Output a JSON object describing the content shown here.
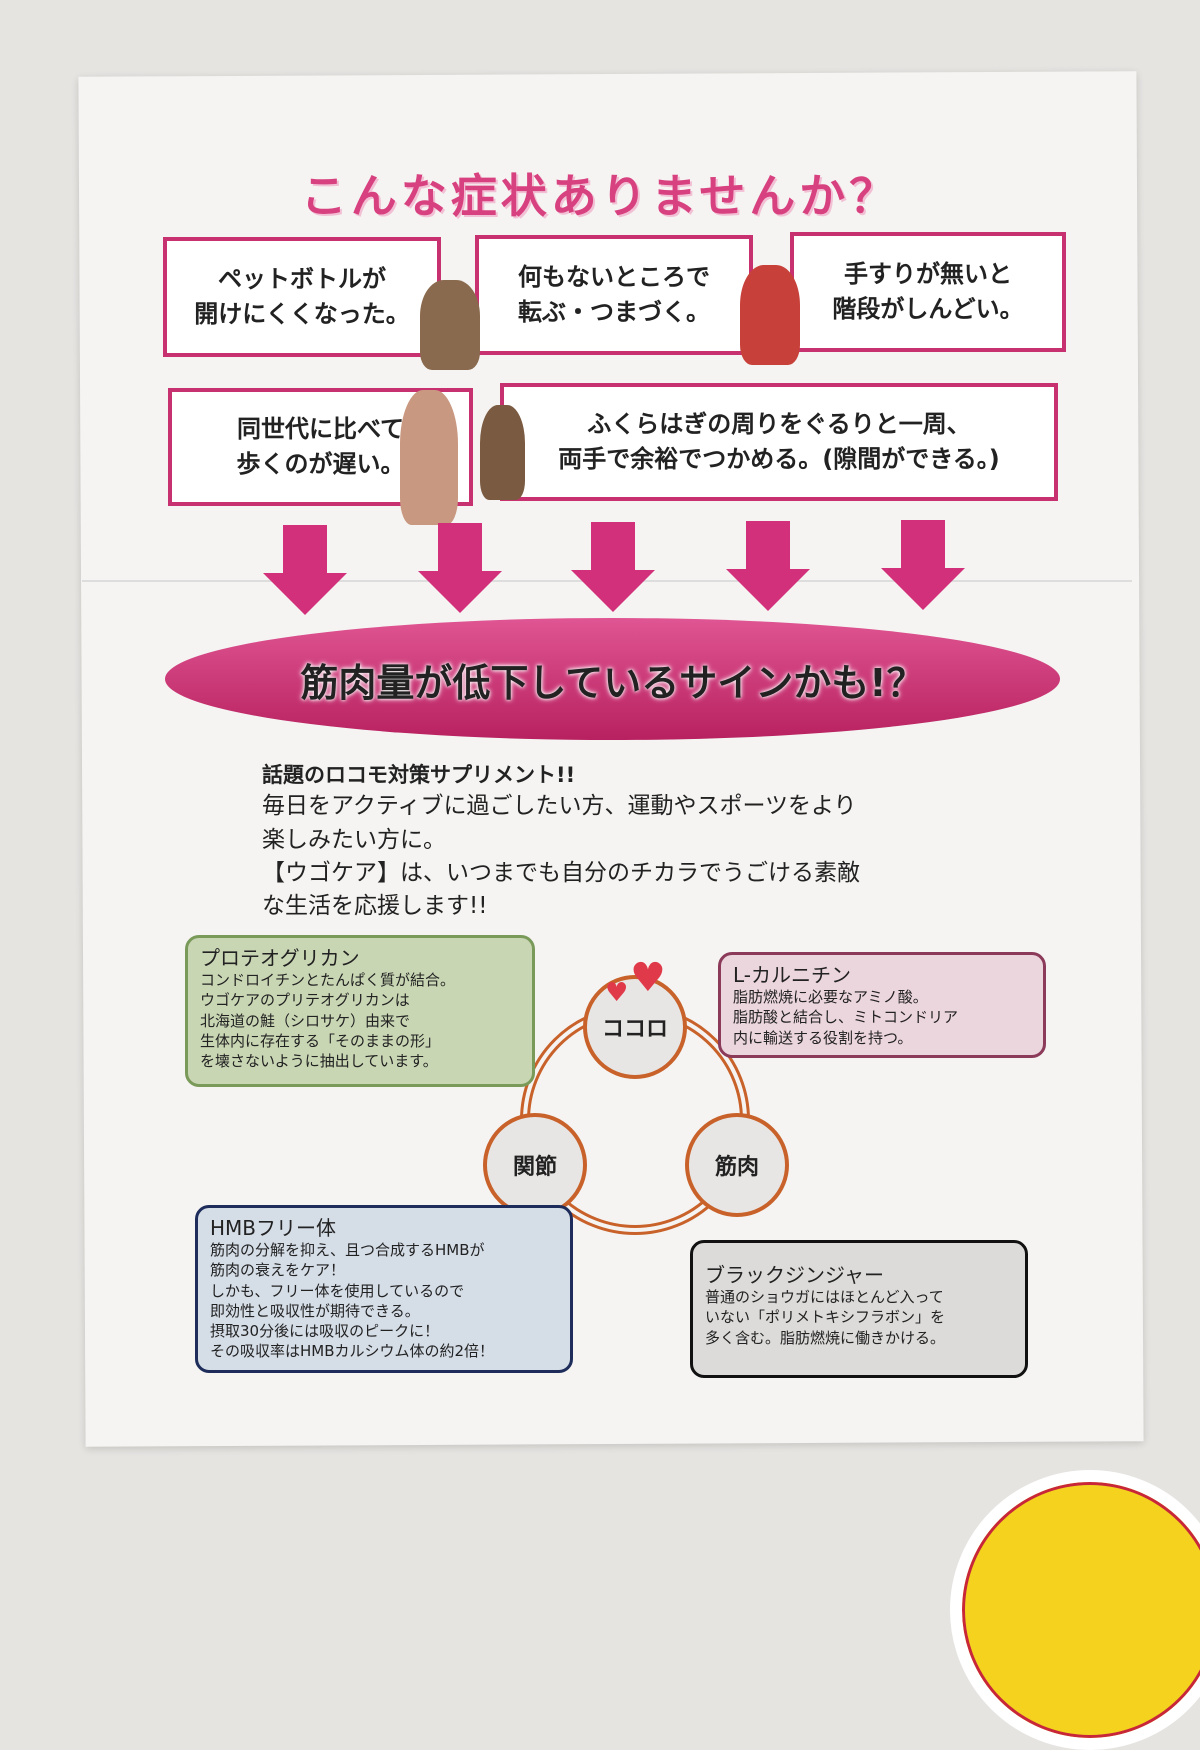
{
  "title": "こんな症状ありませんか？",
  "symptoms": [
    "ペットボトルが\n開けにくくなった。",
    "何もないところで\n転ぶ・つまづく。",
    "手すりが無いと\n階段がしんどい。",
    "同世代に比べて\n歩くのが遅い。",
    "ふくらはぎの周りをぐるりと一周、\n両手で余裕でつかめる。(隙間ができる。)"
  ],
  "banner": "筋肉量が低下しているサインかも!？",
  "intro": {
    "heading": "話題のロコモ対策サプリメント!!",
    "lines": [
      "毎日をアクティブに過ごしたい方、運動やスポーツをより",
      "楽しみたい方に。",
      "【ウゴケア】は、いつまでも自分のチカラでうごける素敵",
      "な生活を応援します!!"
    ]
  },
  "ingredients": {
    "proteoglycan": {
      "title": "プロテオグリカン",
      "body": [
        "コンドロイチンとたんぱく質が結合。",
        "ウゴケアのプリテオグリカンは",
        "北海道の鮭（シロサケ）由来で",
        "生体内に存在する「そのままの形」",
        "を壊さないように抽出しています。"
      ],
      "color": "#c9d6b4"
    },
    "carnitine": {
      "title": "L-カルニチン",
      "body": [
        "脂肪燃焼に必要なアミノ酸。",
        "脂肪酸と結合し、ミトコンドリア",
        "内に輸送する役割を持つ。"
      ],
      "color": "#ecd6dd"
    },
    "hmb": {
      "title": "HMBフリー体",
      "body": [
        "筋肉の分解を抑え、且つ合成するHMBが",
        "筋肉の衰えをケア！",
        "しかも、フリー体を使用しているので",
        "即効性と吸収性が期待できる。",
        "摂取30分後には吸収のピークに！",
        "その吸収率はHMBカルシウム体の約2倍！"
      ],
      "color": "#d5dde7"
    },
    "ginger": {
      "title": "ブラックジンジャー",
      "body": [
        "普通のショウガにはほとんど入って",
        "いない「ポリメトキシフラボン」を",
        "多く含む。脂肪燃焼に働きかける。"
      ],
      "color": "#dcdbd9"
    }
  },
  "cycle": {
    "top": "ココロ",
    "left": "関節",
    "right": "筋肉"
  },
  "colors": {
    "accent": "#d2307a",
    "ring": "#c8622a"
  }
}
